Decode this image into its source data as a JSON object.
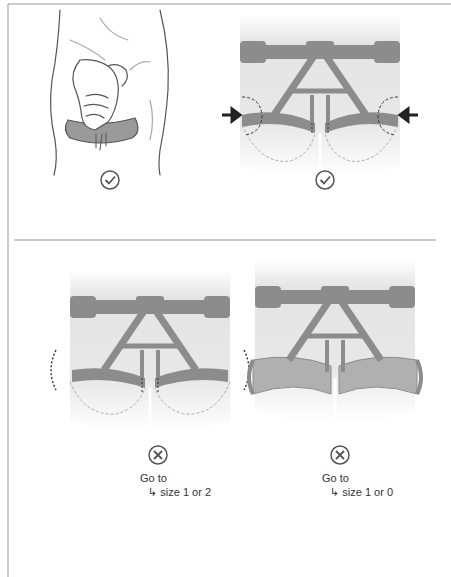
{
  "diagram": {
    "labels": [
      "Go to",
      "↳ size 1 or 2",
      "Go to",
      "↳ size 1 or 0"
    ]
  }
}
